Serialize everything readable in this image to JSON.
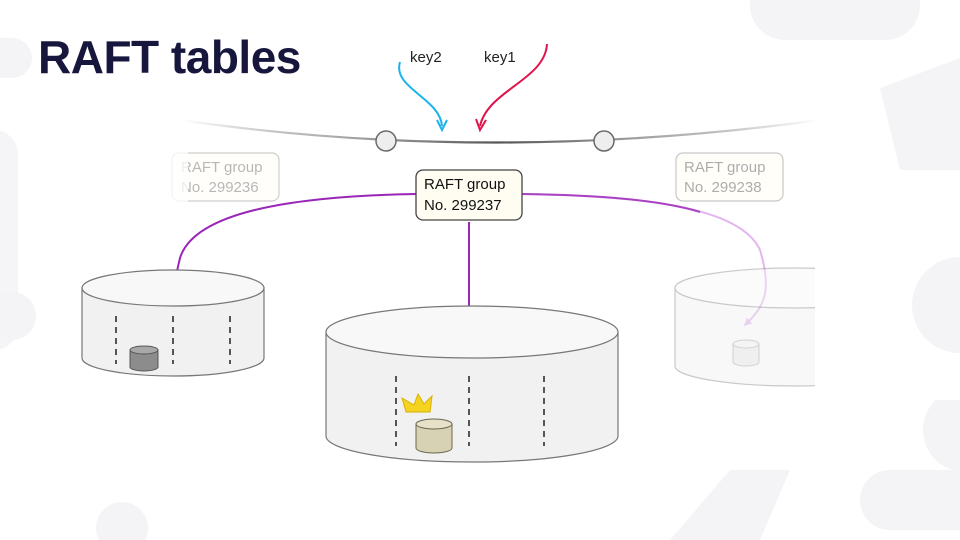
{
  "slide": {
    "title": "RAFT tables"
  },
  "keys": {
    "key2": "key2",
    "key1": "key1"
  },
  "groups": [
    {
      "line1": "RAFT group",
      "line2": "No. 299236",
      "state": "faded"
    },
    {
      "line1": "RAFT group",
      "line2": "No. 299237",
      "state": "active"
    },
    {
      "line1": "RAFT group",
      "line2": "No. 299238",
      "state": "faded"
    }
  ],
  "colors": {
    "title": "#17173d",
    "key1_arrow": "#e0144c",
    "key2_arrow": "#1ab3ee",
    "group_arrow": "#9a26b8",
    "leader_replica": "#d8d2b4",
    "follower_replica": "#8c8c8c",
    "crown": "#f5d320",
    "label_bg": "#fffdf2"
  },
  "icons": {
    "leader_marker": "crown-icon",
    "replica": "cylinder-icon"
  }
}
